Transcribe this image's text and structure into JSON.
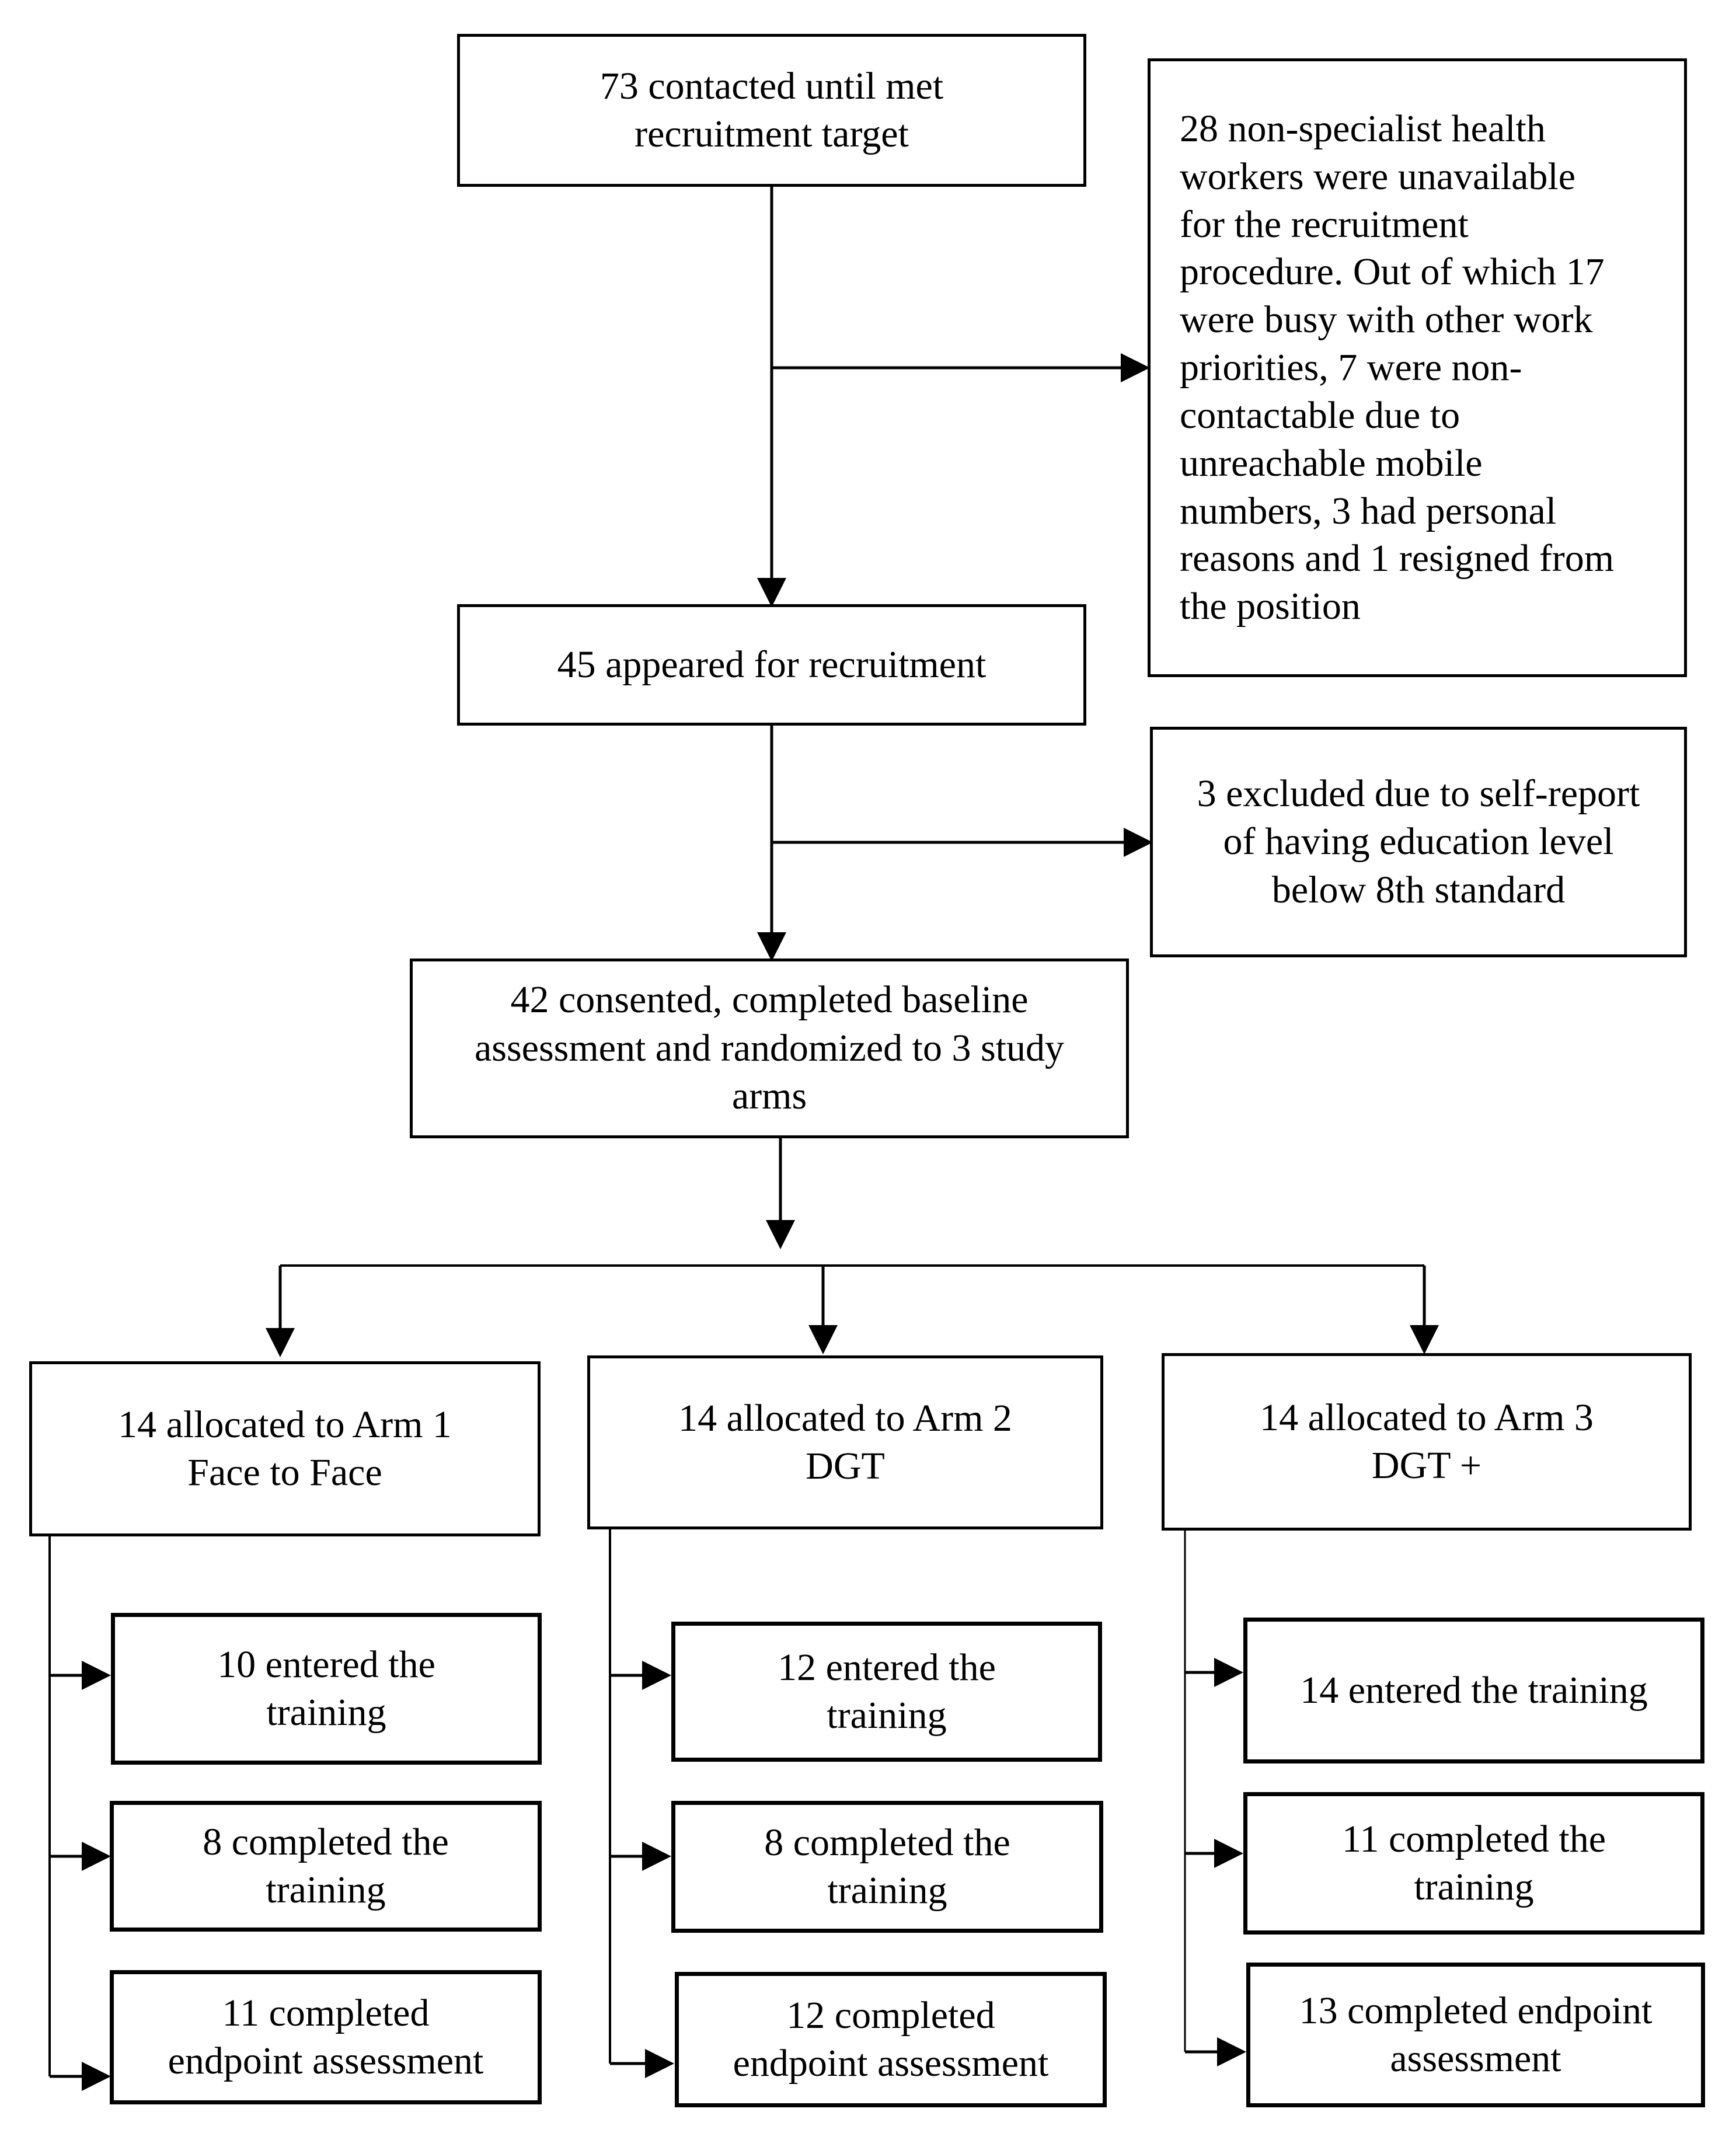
{
  "nodes": {
    "contacted": "73 contacted until met\nrecruitment target",
    "unavailable": "28 non-specialist health\nworkers were unavailable\nfor the recruitment\nprocedure. Out of which 17\nwere busy with other work\npriorities, 7 were non-\ncontactable due to\nunreachable mobile\nnumbers, 3 had personal\nreasons and 1 resigned from\nthe position",
    "appeared": "45 appeared for recruitment",
    "excluded": "3 excluded due to self-report\nof having education level\nbelow 8th standard",
    "consented": "42 consented, completed baseline\nassessment and randomized to 3 study\narms",
    "arm1": "14 allocated to Arm 1\nFace to Face",
    "arm2": "14 allocated to Arm 2\nDGT",
    "arm3": "14 allocated to Arm 3\nDGT +",
    "arm1_entered": "10 entered the\ntraining",
    "arm1_completed": "8 completed the\ntraining",
    "arm1_endpoint": "11 completed\nendpoint assessment",
    "arm2_entered": "12 entered the\ntraining",
    "arm2_completed": "8 completed the\ntraining",
    "arm2_endpoint": "12 completed\nendpoint assessment",
    "arm3_entered": "14 entered the training",
    "arm3_completed": "11 completed the\ntraining",
    "arm3_endpoint": "13 completed endpoint\nassessment"
  }
}
